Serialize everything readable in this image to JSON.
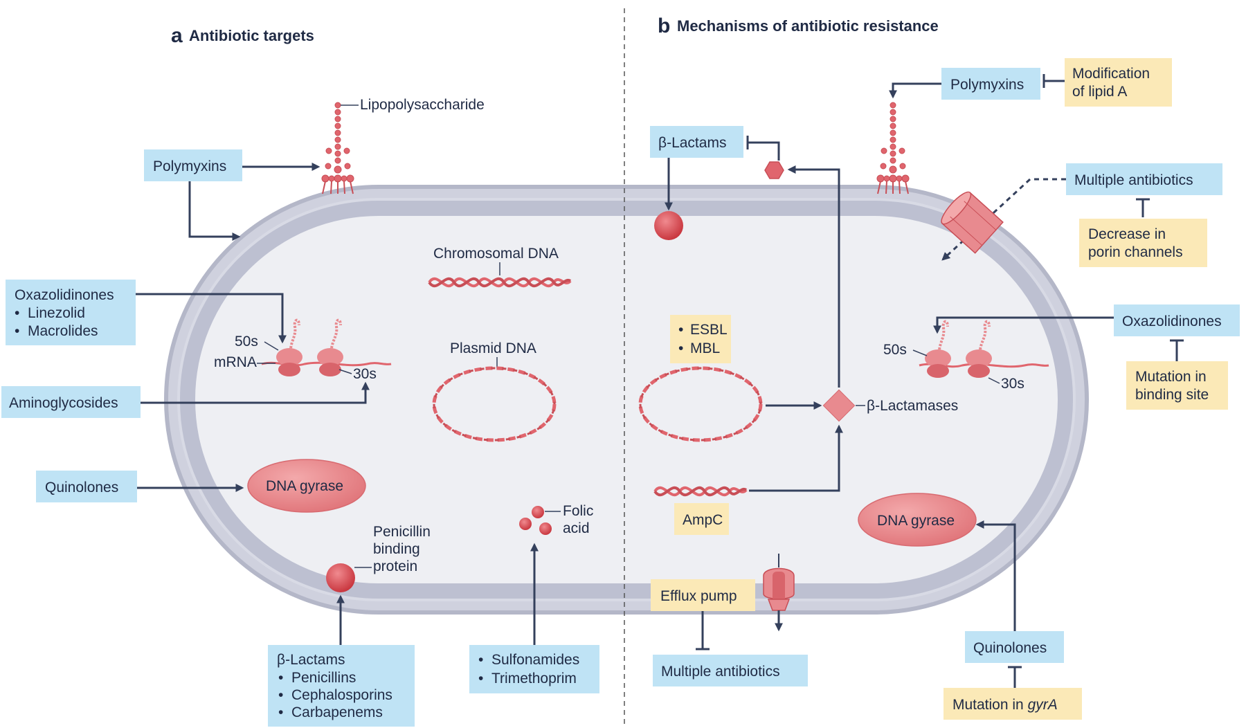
{
  "panel_a": {
    "letter": "a",
    "title": "Antibiotic targets",
    "labels": {
      "lps": "Lipopolysaccharide",
      "chromosomal_dna": "Chromosomal DNA",
      "plasmid_dna": "Plasmid DNA",
      "ribosome_50s": "50s",
      "ribosome_30s": "30s",
      "mrna": "mRNA",
      "dna_gyrase": "DNA gyrase",
      "pbp_line1": "Penicillin",
      "pbp_line2": "binding",
      "pbp_line3": "protein",
      "folic_line1": "Folic",
      "folic_line2": "acid"
    },
    "boxes": {
      "polymyxins": "Polymyxins",
      "oxazolidinones": {
        "title": "Oxazolidinones",
        "items": [
          "Linezolid",
          "Macrolides"
        ]
      },
      "aminoglycosides": "Aminoglycosides",
      "quinolones": "Quinolones",
      "beta_lactams": {
        "title": "β-Lactams",
        "items": [
          "Penicillins",
          "Cephalosporins",
          "Carbapenems"
        ]
      },
      "sulfonamides": {
        "items": [
          "Sulfonamides",
          "Trimethoprim"
        ]
      }
    }
  },
  "panel_b": {
    "letter": "b",
    "title": "Mechanisms of antibiotic resistance",
    "labels": {
      "ribosome_50s": "50s",
      "ribosome_30s": "30s",
      "beta_lactamases": "β-Lactamases",
      "dna_gyrase": "DNA gyrase"
    },
    "blue_boxes": {
      "polymyxins": "Polymyxins",
      "beta_lactams": "β-Lactams",
      "multiple_antibiotics_top": "Multiple antibiotics",
      "oxazolidinones": "Oxazolidinones",
      "multiple_antibiotics_bottom": "Multiple antibiotics",
      "quinolones": "Quinolones"
    },
    "yellow_boxes": {
      "modification_line1": "Modification",
      "modification_line2": "of lipid A",
      "porin_line1": "Decrease in",
      "porin_line2": "porin channels",
      "esbl_items": [
        "ESBL",
        "MBL"
      ],
      "binding_line1": "Mutation in",
      "binding_line2": "binding site",
      "ampc": "AmpC",
      "efflux": "Efflux pump",
      "gyra_prefix": "Mutation in ",
      "gyra_gene": "gyrA"
    }
  },
  "colors": {
    "blue_box": "#bfe3f5",
    "yellow_box": "#fbe9b7",
    "membrane": "#b9bccd",
    "cytoplasm": "#eeeff3",
    "molecule": "#e0656d",
    "arrow": "#34405c"
  }
}
